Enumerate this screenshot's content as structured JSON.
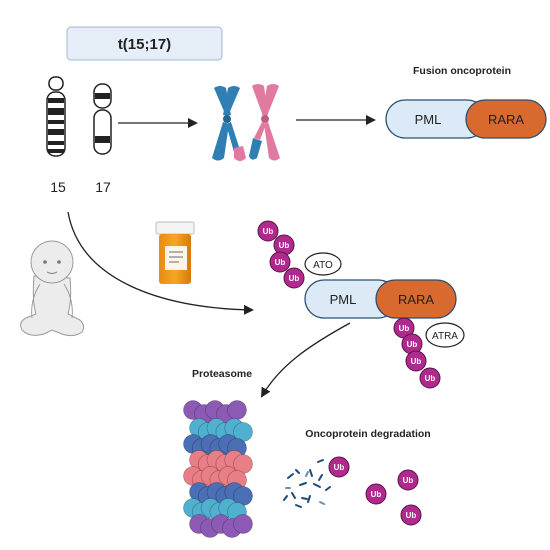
{
  "title_box": {
    "label": "t(15;17)"
  },
  "chromosomes": {
    "left_label": "15",
    "right_label": "17"
  },
  "fusion": {
    "heading": "Fusion oncoprotein",
    "pml": "PML",
    "rara": "RARA"
  },
  "treatment": {
    "pml": "PML",
    "rara": "RARA",
    "ato": "ATO",
    "atra": "ATRA",
    "ub": "Ub"
  },
  "proteasome": {
    "label": "Proteasome"
  },
  "degradation": {
    "label": "Oncoprotein degradation",
    "ub": "Ub"
  },
  "colors": {
    "pml_fill": "#dbeaf6",
    "rara_fill": "#d8692f",
    "ub_fill": "#b0298c",
    "chrom_blue": "#2f7fb4",
    "chrom_pink": "#e07aa0",
    "title_box_fill": "#e6eef8"
  }
}
